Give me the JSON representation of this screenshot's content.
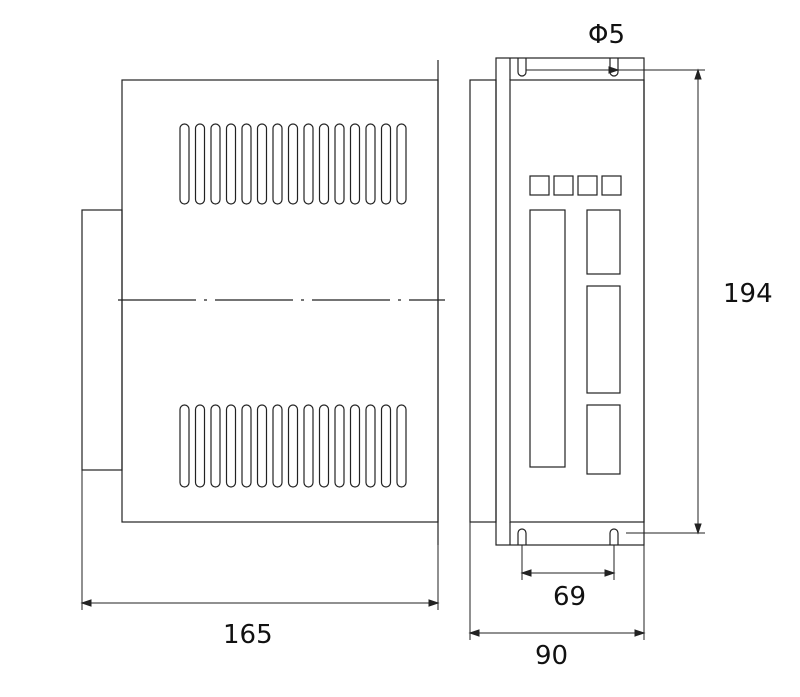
{
  "dimensions": {
    "hole_diameter": "Φ5",
    "height": "194",
    "hole_spacing": "69",
    "depth": "165",
    "width": "90"
  },
  "colors": {
    "line": "#222222",
    "text": "#111111",
    "background": "#ffffff"
  },
  "views": {
    "side_vent_slots_per_row": 15,
    "front_leds": 4
  }
}
